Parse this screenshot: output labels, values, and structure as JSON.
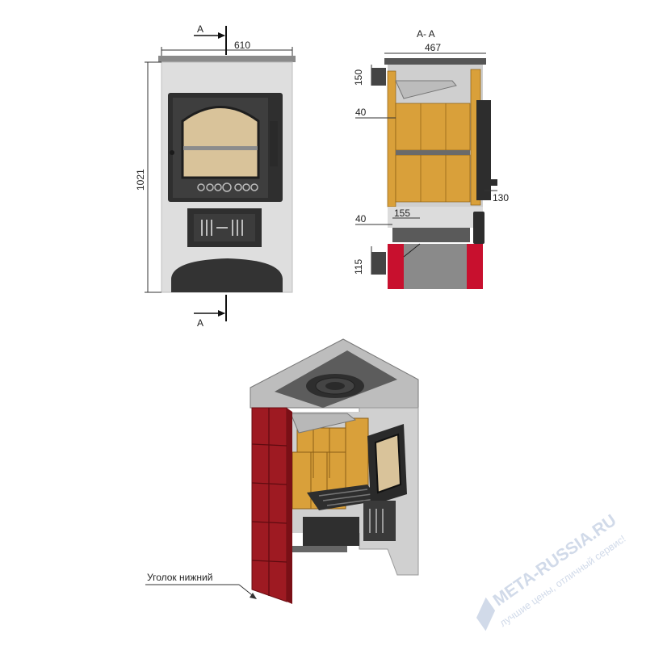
{
  "front_view": {
    "width_label": "610",
    "height_label": "1021",
    "section_mark_top": "A",
    "section_mark_bottom": "A"
  },
  "section_view": {
    "title": "A- A",
    "width_label": "467",
    "dim_150": "150",
    "dim_40_top": "40",
    "dim_130": "130",
    "dim_40_bottom": "40",
    "dim_155": "155",
    "dim_115": "115"
  },
  "iso_view": {
    "callout_label": "Уголок нижний"
  },
  "watermark": {
    "brand": "META-RUSSIA.RU",
    "slogan": "лучшие цены, отличный сервис!"
  },
  "colors": {
    "cladding": "#d8d8d8",
    "firebrick": "#d9a03a",
    "firebrick_dark": "#a87520",
    "cast_iron": "#3a3a3a",
    "red_tile": "#9e1a22",
    "red_side": "#c8102e",
    "watermark": "#c9d4e6"
  }
}
